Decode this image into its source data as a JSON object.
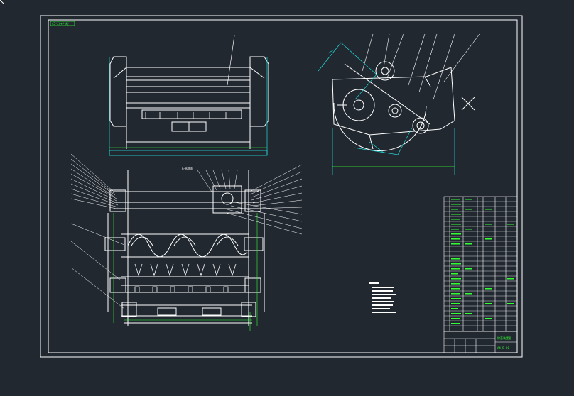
{
  "drawing": {
    "header_tag": "45·2(+#·#)",
    "section_label": "A—A剖面",
    "title_block": {
      "title": "除茎装置图",
      "code": "A4·B-00"
    }
  },
  "colors": {
    "background": "#212830",
    "line": "#ffffff",
    "dimension": "#33ff33",
    "accent": "#22dddd",
    "text": "#ffffff"
  }
}
